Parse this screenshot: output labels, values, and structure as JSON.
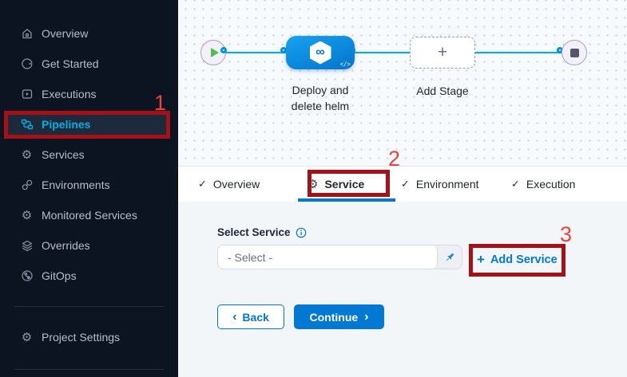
{
  "sidebar": {
    "items": [
      {
        "label": "Overview",
        "icon": "home-icon"
      },
      {
        "label": "Get Started",
        "icon": "get-started-icon"
      },
      {
        "label": "Executions",
        "icon": "executions-icon"
      },
      {
        "label": "Pipelines",
        "icon": "pipelines-icon",
        "active": true
      },
      {
        "label": "Services",
        "icon": "services-gear-icon"
      },
      {
        "label": "Environments",
        "icon": "environments-icon"
      },
      {
        "label": "Monitored Services",
        "icon": "monitored-services-icon"
      },
      {
        "label": "Overrides",
        "icon": "overrides-layers-icon"
      },
      {
        "label": "GitOps",
        "icon": "gitops-icon"
      }
    ],
    "footer_item": {
      "label": "Project Settings",
      "icon": "project-settings-gear-icon"
    }
  },
  "pipeline_canvas": {
    "start_node": "pipeline-start",
    "end_node": "pipeline-end",
    "stage": {
      "label": "Deploy and delete helm",
      "hexagon_symbol": "∞",
      "code_badge": "</>"
    },
    "add_stage_label": "Add Stage"
  },
  "tabs": [
    {
      "label": "Overview",
      "icon": "check-icon"
    },
    {
      "label": "Service",
      "icon": "gear-icon",
      "active": true
    },
    {
      "label": "Environment",
      "icon": "check-icon"
    },
    {
      "label": "Execution",
      "icon": "check-icon"
    }
  ],
  "form": {
    "select_service_label": "Select Service",
    "select_placeholder": "- Select -",
    "add_service_plus": "+",
    "add_service_label": "Add Service",
    "back_chevron": "‹",
    "back_label": "Back",
    "continue_label": "Continue",
    "continue_chevron": "›"
  },
  "annotations": {
    "step1": "1",
    "step2": "2",
    "step3": "3"
  },
  "glyphs": {
    "check": "✓",
    "gear": "⚙",
    "plus": "+"
  },
  "colors": {
    "accent_blue": "#0278d5",
    "cyan_line": "#00ade4",
    "active_nav": "#00ade4",
    "annotation_box_red": "#a51116",
    "annotation_digit_red": "#ef403c",
    "stage_gradient_start": "#16a3f0",
    "stage_gradient_end": "#0473cc",
    "play_green": "#4dbd4d",
    "sidebar_bg": "#0b1420"
  }
}
